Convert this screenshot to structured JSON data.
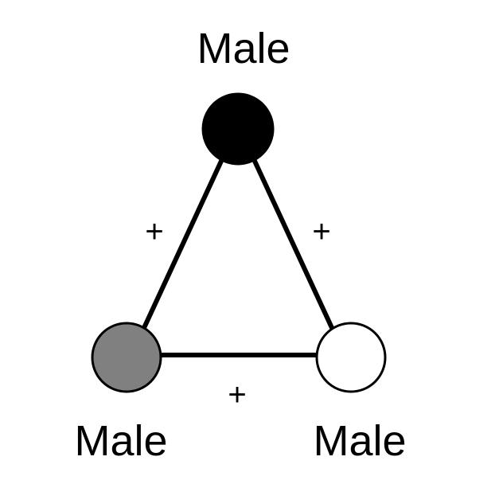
{
  "nodes": {
    "top": {
      "label": "Male",
      "fill": "#000000"
    },
    "bottom_left": {
      "label": "Male",
      "fill": "#808080"
    },
    "bottom_right": {
      "label": "Male",
      "fill": "#ffffff"
    }
  },
  "edges": {
    "left": {
      "sign": "+"
    },
    "right": {
      "sign": "+"
    },
    "bottom": {
      "sign": "+"
    }
  },
  "colors": {
    "stroke": "#000000",
    "background": "#ffffff"
  }
}
